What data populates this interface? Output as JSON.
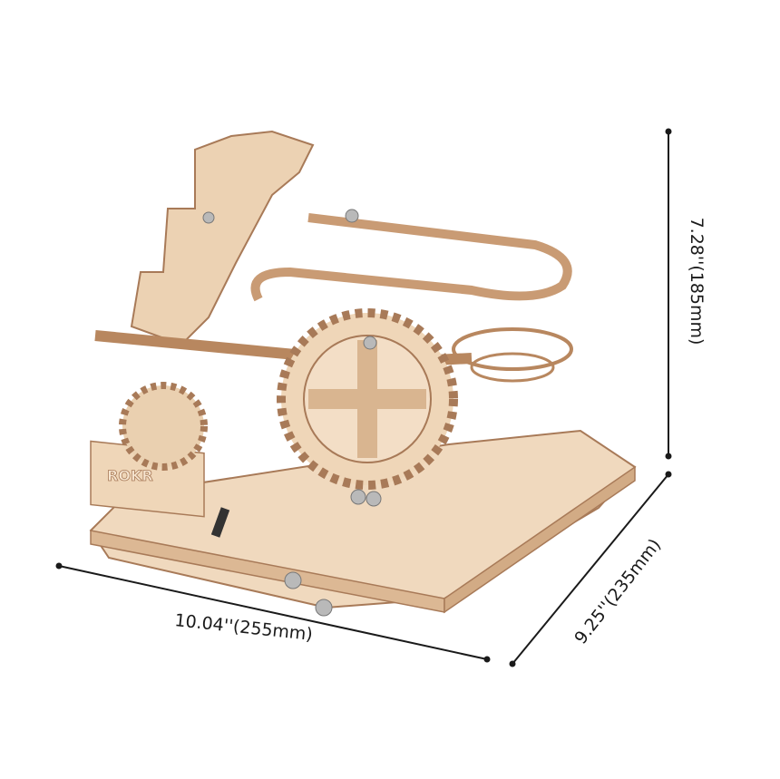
{
  "product": {
    "logo_text": "ROKR",
    "colors": {
      "wood_light": "#f0d9be",
      "wood_mid": "#dcb894",
      "wood_dark": "#a87a58",
      "steel": "#b9b9b9"
    }
  },
  "dimensions": {
    "width_label": "10.04''(255mm)",
    "depth_label": "9.25''(235mm)",
    "height_label": "7.28''(185mm)",
    "line_color": "#1a1a1a"
  }
}
